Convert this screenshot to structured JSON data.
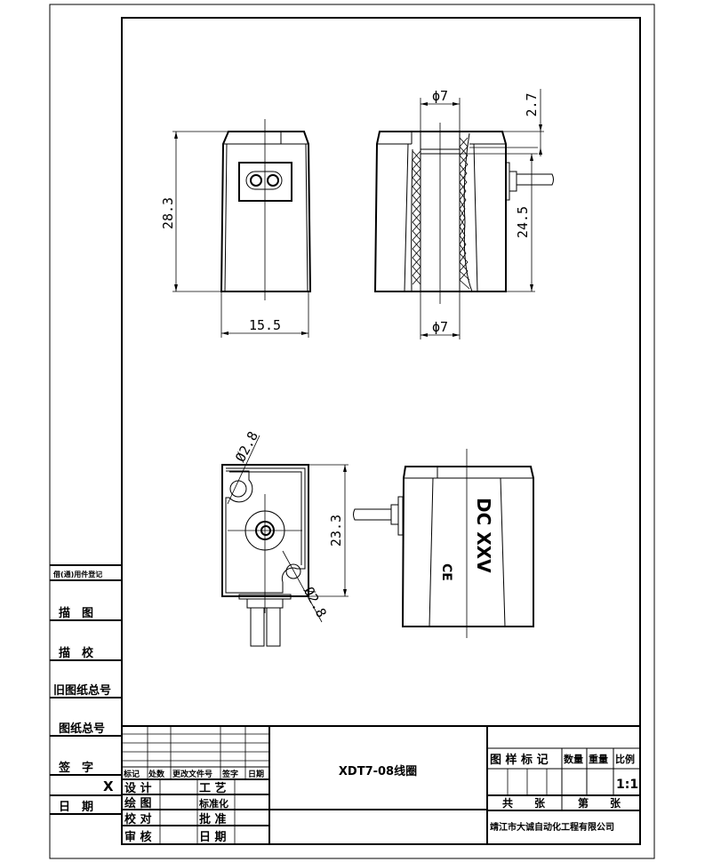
{
  "drawing_title": "XDT7-08线圈",
  "company": "靖江市大诚自动化工程有限公司",
  "scale": "1:1",
  "dimensions": {
    "front_height": "28.3",
    "front_width": "15.5",
    "bore_top": "ϕ7",
    "bore_bottom": "ϕ7",
    "top_offset": "2.7",
    "body_height": "24.5",
    "end_height": "23.3",
    "hole_top": "Ø2.8",
    "hole_bottom": "Ø2.8"
  },
  "markings": {
    "voltage": "DC XXV",
    "ce": "CE"
  },
  "left_strip": {
    "borrow_register": "借(通)用件登记",
    "trace": "描　图",
    "trace_check": "描　校",
    "old_drawing_no": "旧图纸总号",
    "drawing_no": "图纸总号",
    "signature": "签　字",
    "signature_value": "X",
    "date": "日　期"
  },
  "revision_headers": [
    "标记",
    "处数",
    "更改文件号",
    "签字",
    "日期"
  ],
  "approval": {
    "design": "设 计",
    "drawing": "绘 图",
    "check": "校 对",
    "review": "审 核",
    "process": "工 艺",
    "standard": "标准化",
    "approve": "批 准",
    "date": "日 期"
  },
  "right_block": {
    "drawing_mark": "图 样 标 记",
    "quantity": "数量",
    "weight": "重量",
    "scale_label": "比例",
    "total": "共　　张",
    "sheet": "第　　张"
  }
}
